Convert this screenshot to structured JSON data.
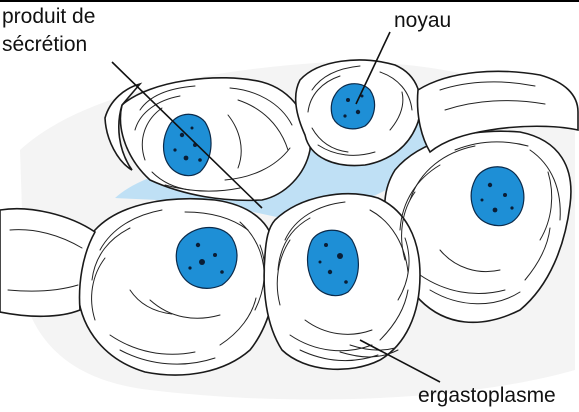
{
  "labels": {
    "secretion_line1": "produit de",
    "secretion_line2": "sécrétion",
    "nucleus": "noyau",
    "ergastoplasm": "ergastoplasme"
  },
  "colors": {
    "secretion": "#bfe0f5",
    "nucleus": "#1e8fd6",
    "chromatin": "#0a1e36",
    "outline": "#1a1a1a"
  }
}
